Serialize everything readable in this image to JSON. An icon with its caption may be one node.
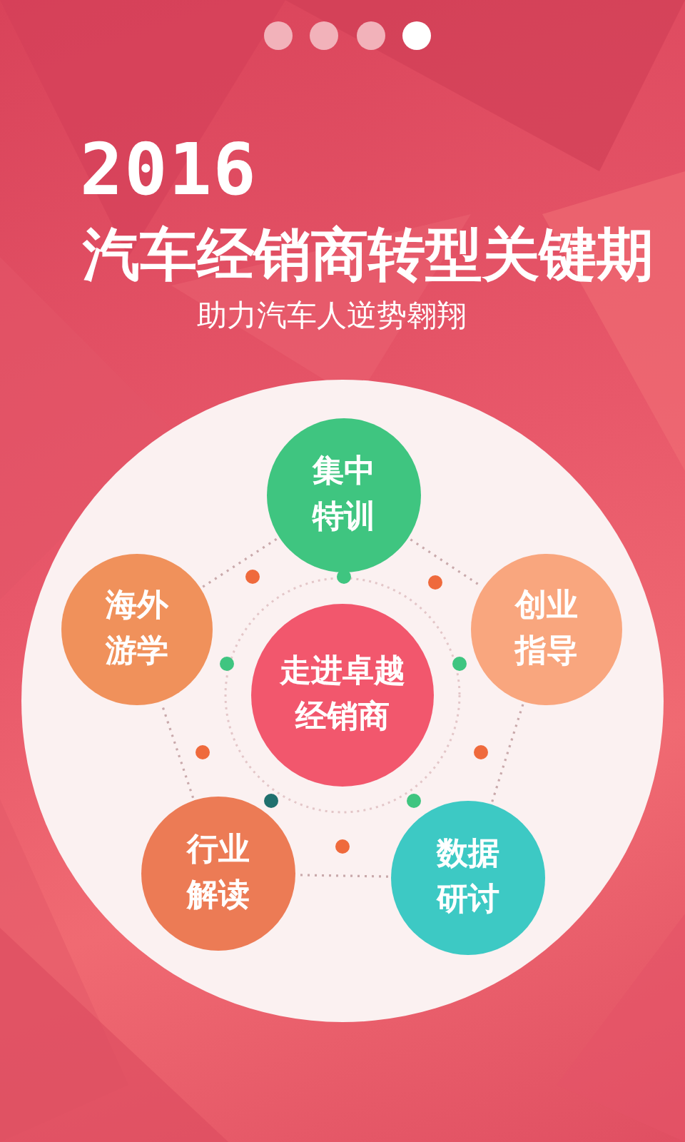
{
  "diagram": {
    "title": "汽车经销商转型关键期",
    "nodes": [
      {
        "text": [
          "集中特训"
        ]
      },
      {
        "text": [
          "海外游学"
        ]
      },
      {
        "text": [
          "走进卓越经销商"
        ]
      },
      {
        "text": [
          "创业指导"
        ]
      },
      {
        "text": [
          "行业解读"
        ]
      },
      {
        "text": [
          "数据研讨"
        ]
      }
    ],
    "edges": [
      {
        "from": 0,
        "to": 3,
        "arrow": "none"
      },
      {
        "from": 3,
        "to": 5,
        "arrow": "none"
      },
      {
        "from": 5,
        "to": 4,
        "arrow": "none"
      },
      {
        "from": 4,
        "to": 1,
        "arrow": "none"
      },
      {
        "from": 1,
        "to": 0,
        "arrow": "none"
      }
    ],
    "labels": [
      "2016",
      "助力汽车人逆势翱翔"
    ]
  }
}
